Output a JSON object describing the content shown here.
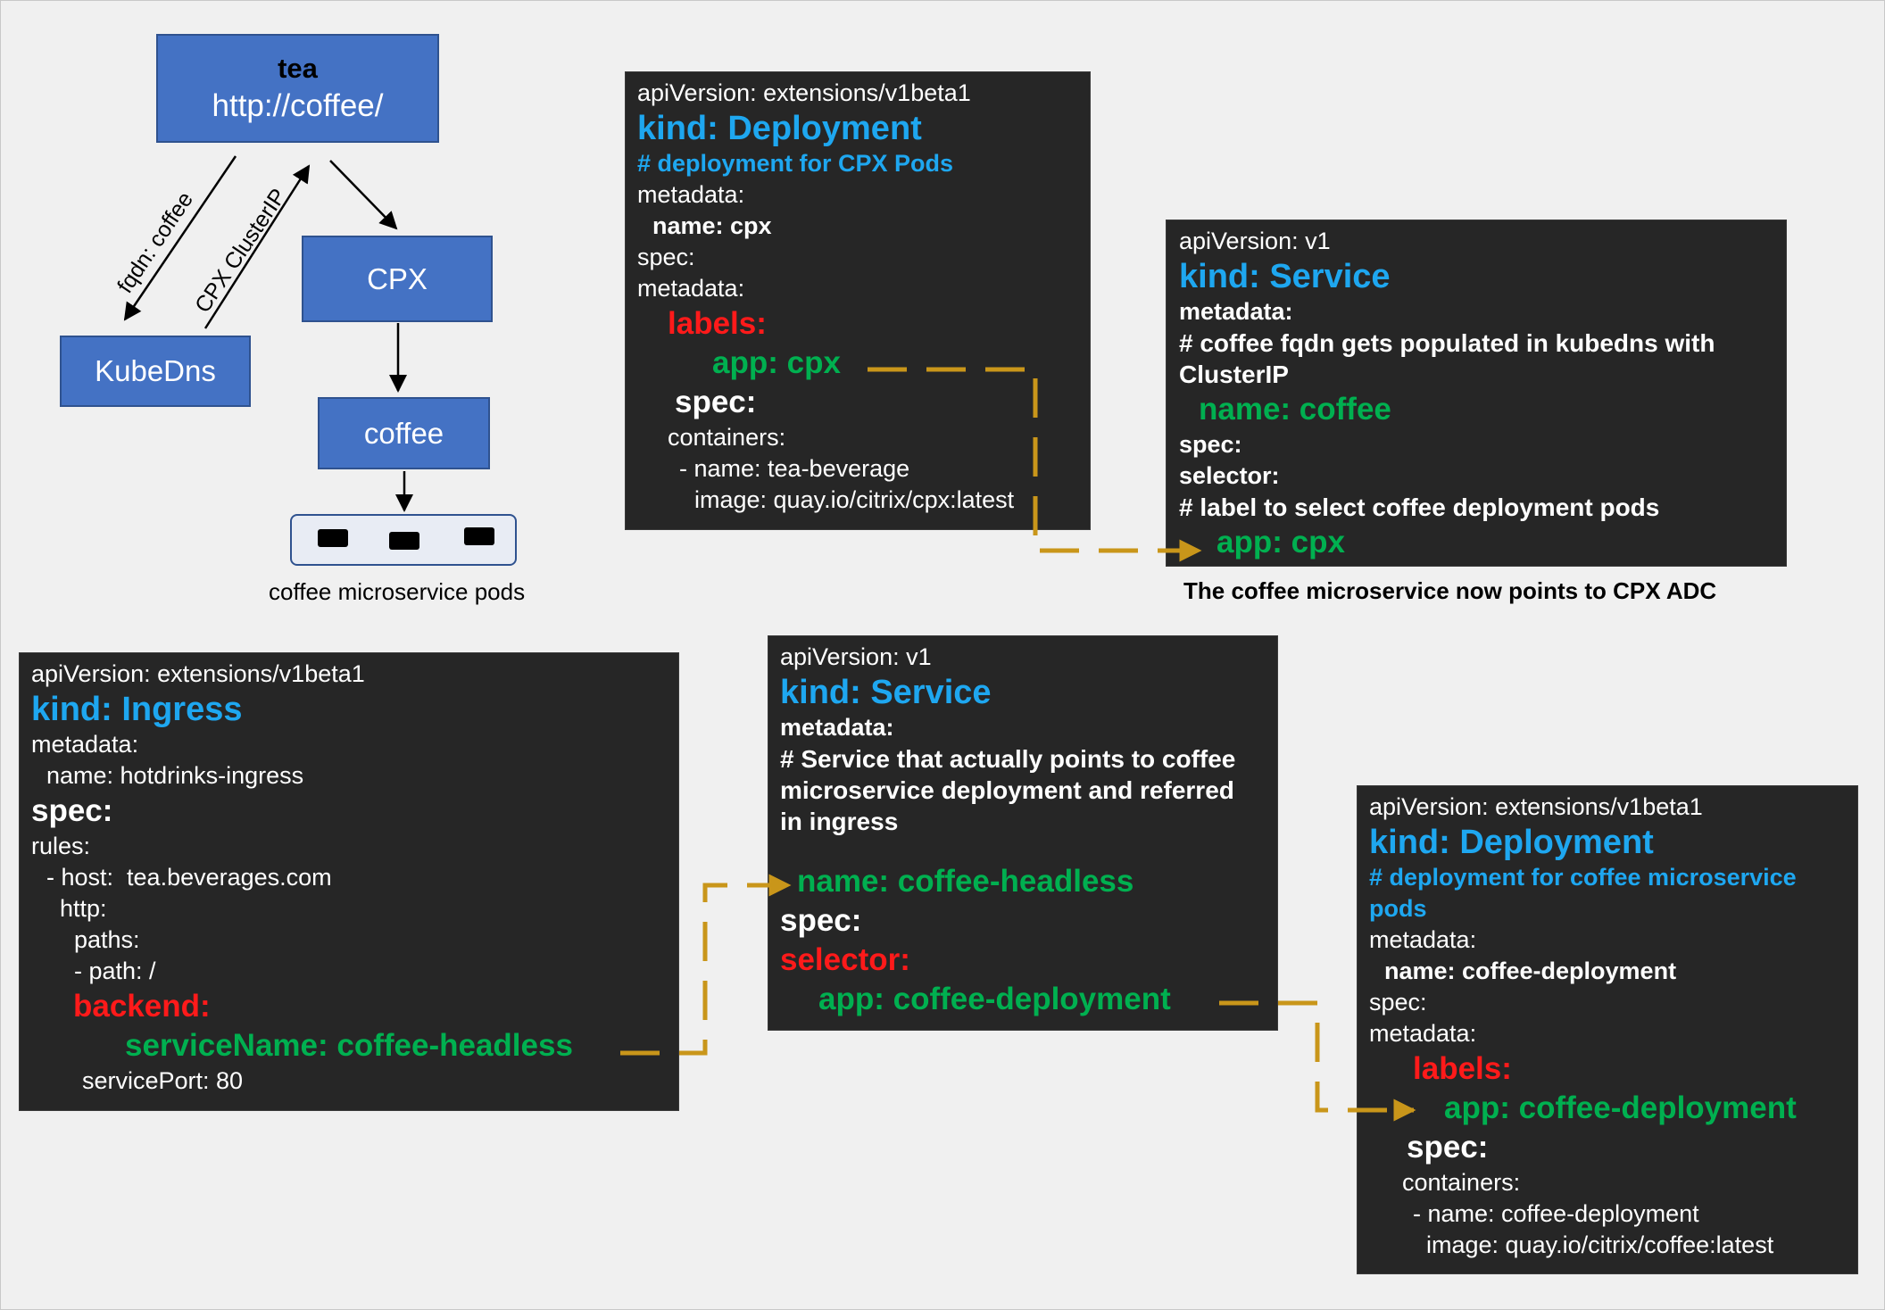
{
  "diagram": {
    "tea_box": {
      "title": "tea",
      "url": "http://coffee/"
    },
    "cpx_box": "CPX",
    "kubedns_box": "KubeDns",
    "coffee_box": "coffee",
    "pods_caption": "coffee microservice pods",
    "arrow_fqdn": "fqdn: coffee",
    "arrow_clusterip": "CPX ClusterIP"
  },
  "panel_cpx_deployment": {
    "api": "apiVersion: extensions/v1beta1",
    "kind": "kind: Deployment",
    "comment": "# deployment for CPX Pods",
    "metadata": "metadata:",
    "name": "name: cpx",
    "spec": "spec:",
    "metadata2": "metadata:",
    "labels": "labels:",
    "app": "app: cpx",
    "spec2": "spec:",
    "containers": "containers:",
    "container_name": "- name: tea-beverage",
    "image": "image: quay.io/citrix/cpx:latest"
  },
  "panel_coffee_service": {
    "api": "apiVersion: v1",
    "kind": "kind: Service",
    "metadata": "metadata:",
    "comment": "# coffee fqdn gets populated in kubedns with ClusterIP",
    "name": "name: coffee",
    "spec": "spec:",
    "selector": "selector:",
    "comment2": "# label to select coffee deployment pods",
    "app": "app: cpx",
    "caption": "The coffee microservice now points to CPX ADC"
  },
  "panel_ingress": {
    "api": "apiVersion: extensions/v1beta1",
    "kind": "kind: Ingress",
    "metadata": "metadata:",
    "name": "name: hotdrinks-ingress",
    "spec": "spec:",
    "rules": "rules:",
    "host": "- host:  tea.beverages.com",
    "http": "http:",
    "paths": "paths:",
    "path": "- path: /",
    "backend": "backend:",
    "service_name": "serviceName: coffee-headless",
    "service_port": "servicePort: 80"
  },
  "panel_headless_service": {
    "api": "apiVersion: v1",
    "kind": "kind: Service",
    "metadata": "metadata:",
    "comment": "# Service that actually points to coffee microservice deployment and referred in ingress",
    "name": "name: coffee-headless",
    "spec": "spec:",
    "selector": "selector:",
    "app": "app: coffee-deployment"
  },
  "panel_coffee_deployment": {
    "api": "apiVersion: extensions/v1beta1",
    "kind": "kind: Deployment",
    "comment": "# deployment for coffee microservice pods",
    "metadata": "metadata:",
    "name": "name: coffee-deployment",
    "spec": "spec:",
    "metadata2": "metadata:",
    "labels": "labels:",
    "app": "app: coffee-deployment",
    "spec2": "spec:",
    "containers": "containers:",
    "container_name": "- name: coffee-deployment",
    "image": "image: quay.io/citrix/coffee:latest"
  },
  "colors": {
    "box_blue": "#4472c4",
    "panel_bg": "#262626",
    "kind_blue": "#1ea7f0",
    "value_green": "#00b050",
    "key_red": "#ff1a1a",
    "connector_gold": "#c9961a"
  }
}
